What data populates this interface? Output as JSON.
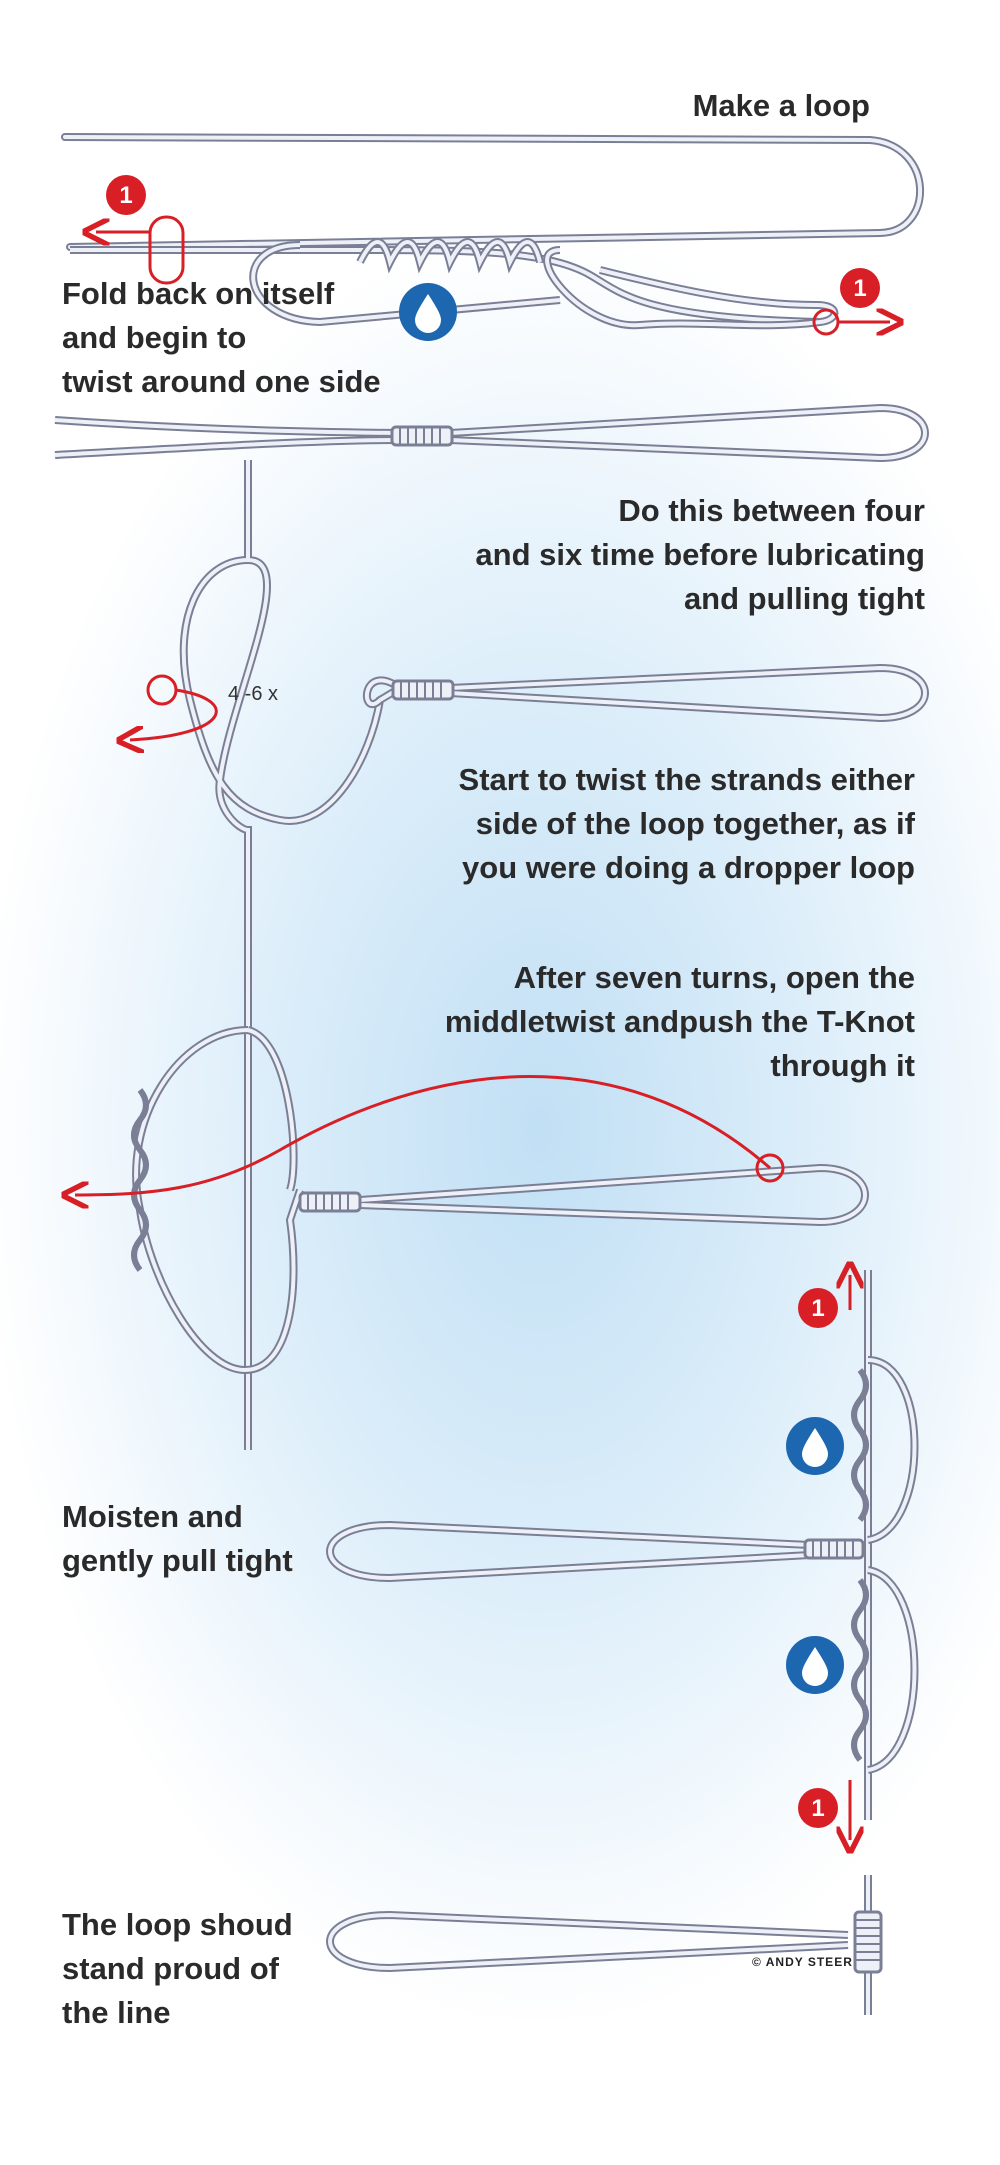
{
  "steps": {
    "make_loop": [
      "Make a loop"
    ],
    "fold_back": [
      "Fold back on itself",
      "and begin to",
      "twist around one side"
    ],
    "four_to_six": [
      "Do this between four",
      "and six time before lubricating",
      "and pulling tight"
    ],
    "repeat_count": "4 -6 x",
    "start_twist": [
      "Start to twist the strands either",
      "side of the loop together, as if",
      "you were doing a dropper  loop"
    ],
    "seven_turns": [
      "After seven turns, open the",
      "middletwist andpush  the T-Knot",
      "through it"
    ],
    "moisten": [
      "Moisten and",
      "gently pull tight"
    ],
    "stand_proud": [
      "The loop shoud",
      "stand proud of",
      "the line"
    ]
  },
  "badges": {
    "step_number": "1"
  },
  "credit": "© ANDY STEER",
  "colors": {
    "line_outline": "#7a7f96",
    "line_fill": "#eef0f8",
    "accent_red": "#d81f26",
    "drop_blue": "#1d67b1",
    "text": "#2a2a2a"
  },
  "icons": [
    "step-badge-icon",
    "water-drop-icon",
    "arrow-icon"
  ]
}
